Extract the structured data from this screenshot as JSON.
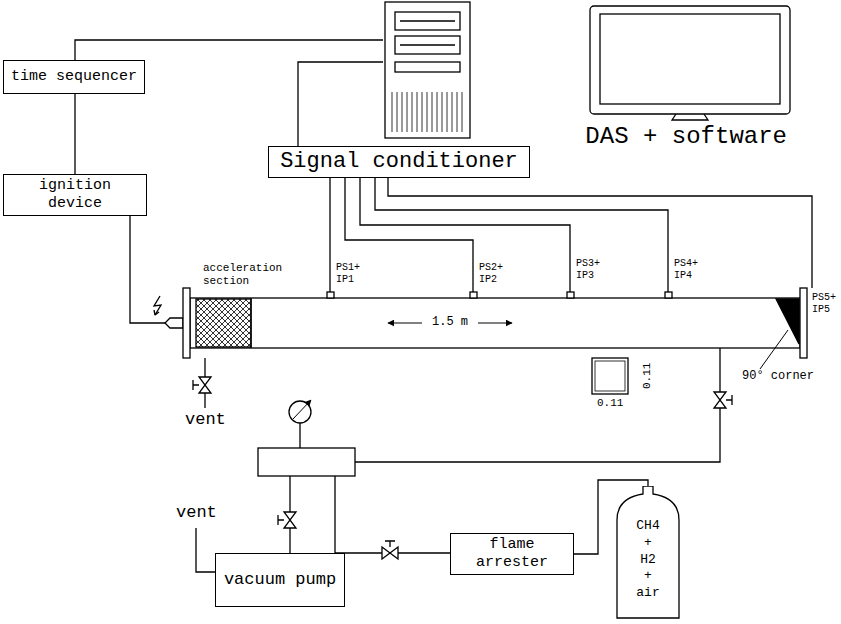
{
  "diagram": {
    "nodes": [
      {
        "text": [
          "DAS + software"
        ]
      },
      {
        "text": [
          "time sequencer"
        ]
      },
      {
        "text": [
          "Signal conditioner"
        ]
      },
      {
        "text": [
          "ignition device"
        ]
      },
      {
        "text": [
          "flame arrester"
        ]
      },
      {
        "text": [
          "vacuum pump"
        ]
      },
      {
        "text": [
          "CH4 + H2 + air"
        ]
      }
    ],
    "edges": [
      {
        "from": 1,
        "to": 0,
        "arrow": "none"
      },
      {
        "from": 2,
        "to": 0,
        "arrow": "none"
      },
      {
        "from": 1,
        "to": 3,
        "arrow": "none"
      },
      {
        "from": 4,
        "to": 6,
        "arrow": "none"
      }
    ],
    "labels": [
      "acceleration section",
      "PS1+ IP1",
      "PS2+ IP2",
      "PS3+ IP3",
      "PS4+ IP4",
      "1.5 m",
      "0.11",
      "0.11",
      "90° corner",
      "PS5+ IP5",
      "vent",
      "vent"
    ]
  }
}
